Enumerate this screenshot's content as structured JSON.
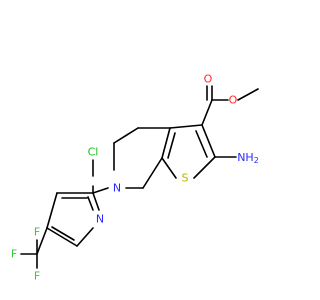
{
  "colors": {
    "carbon": "#000000",
    "nitrogen": "#2a2aff",
    "oxygen": "#ff2a2a",
    "sulfur": "#b5b500",
    "fluorine": "#33cc33",
    "chlorine": "#1fbf1f",
    "background": "#ffffff"
  },
  "atoms": {
    "o_carbonyl": "O",
    "o_ester": "O",
    "n_amine": "NH",
    "n_amine_sub": "2",
    "s_thiophene": "S",
    "n_piperidine": "N",
    "n_pyridine": "N",
    "cl": "Cl",
    "f1": "F",
    "f2": "F",
    "f3": "F"
  }
}
